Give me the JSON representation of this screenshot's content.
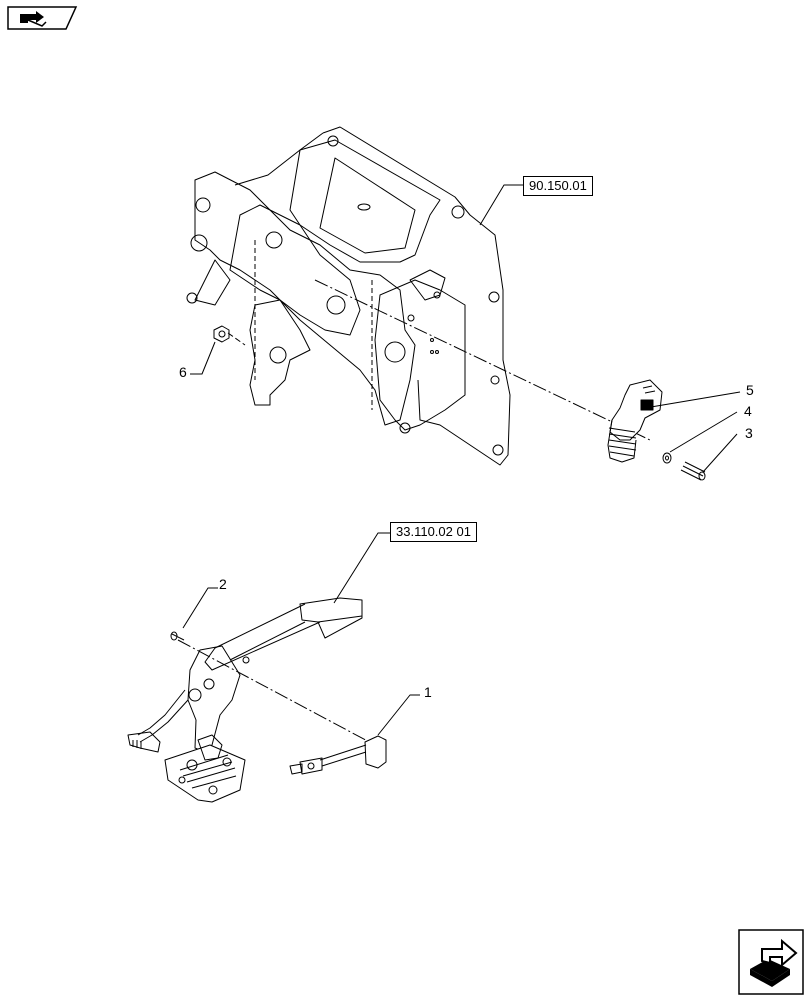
{
  "references": {
    "upper_frame": "90.150.01",
    "lower_lever": "33.110.02 01"
  },
  "callouts": {
    "c1": "1",
    "c2": "2",
    "c3": "3",
    "c4": "4",
    "c5": "5",
    "c6": "6"
  },
  "icons": {
    "top_left": "previous-page-icon",
    "bottom_right": "next-page-icon"
  }
}
